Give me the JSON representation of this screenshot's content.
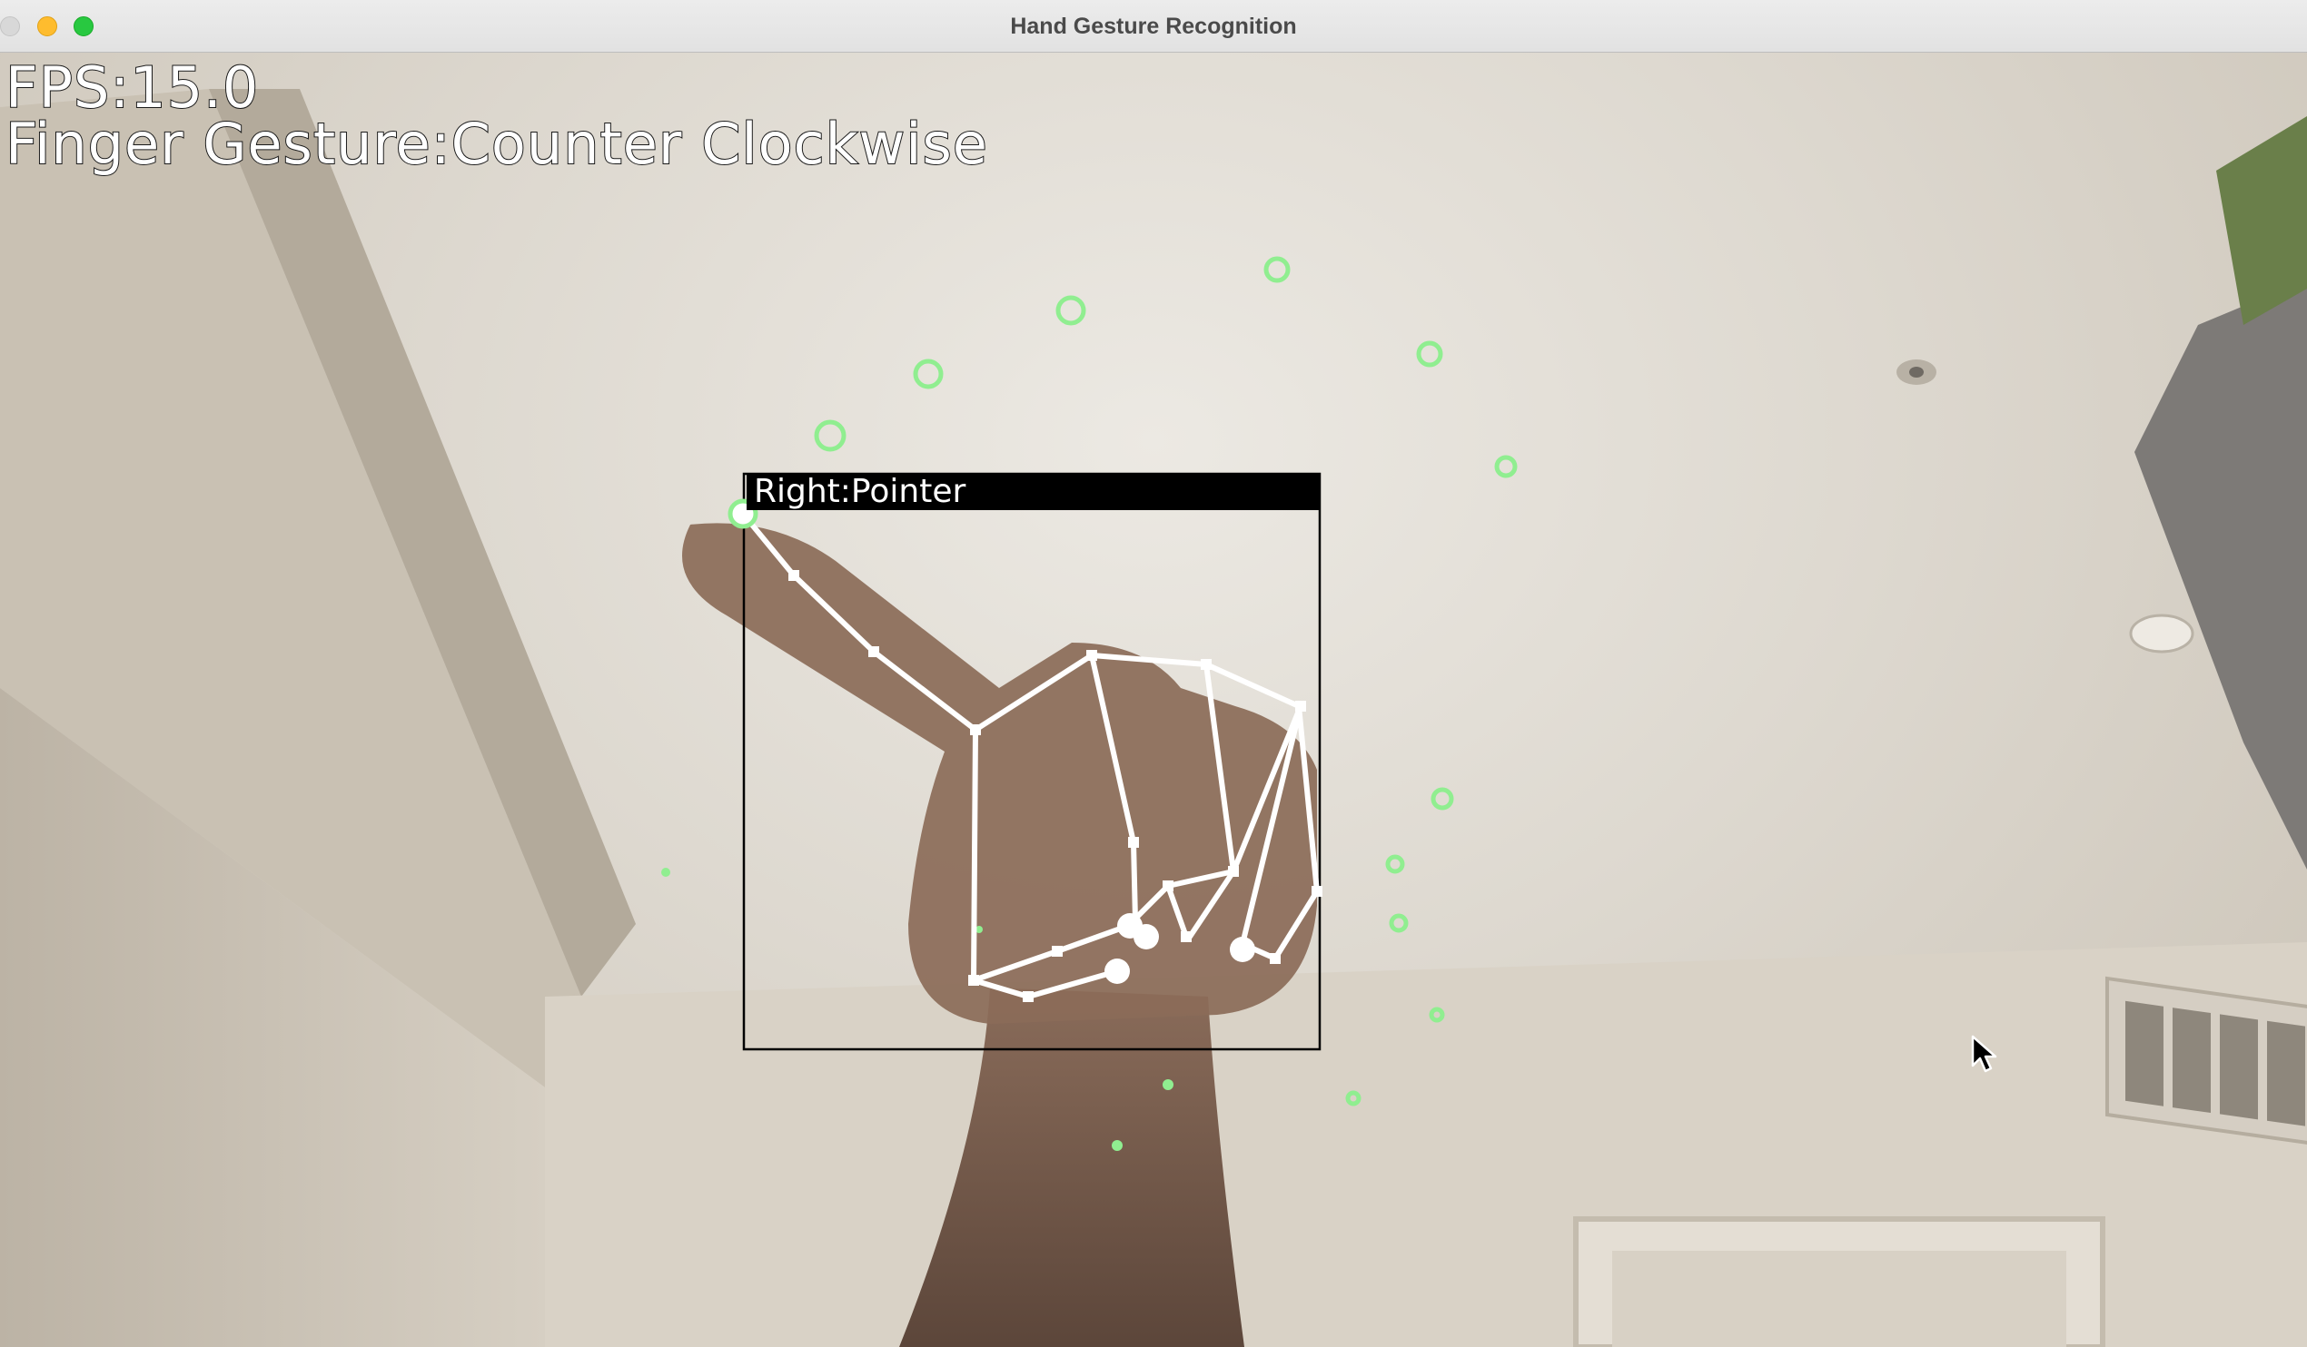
{
  "window": {
    "title": "Hand Gesture Recognition"
  },
  "overlay": {
    "fps_text": "FPS:15.0",
    "gesture_text": "Finger Gesture:Counter Clockwise"
  },
  "detection": {
    "label": "Right:Pointer"
  },
  "colors": {
    "trail": "#90ee90",
    "skeleton": "#ffffff",
    "box": "#000000"
  },
  "icons": {
    "cursor": "arrow-cursor-icon",
    "close": "close-icon",
    "minimize": "minimize-icon",
    "maximize": "maximize-icon"
  }
}
